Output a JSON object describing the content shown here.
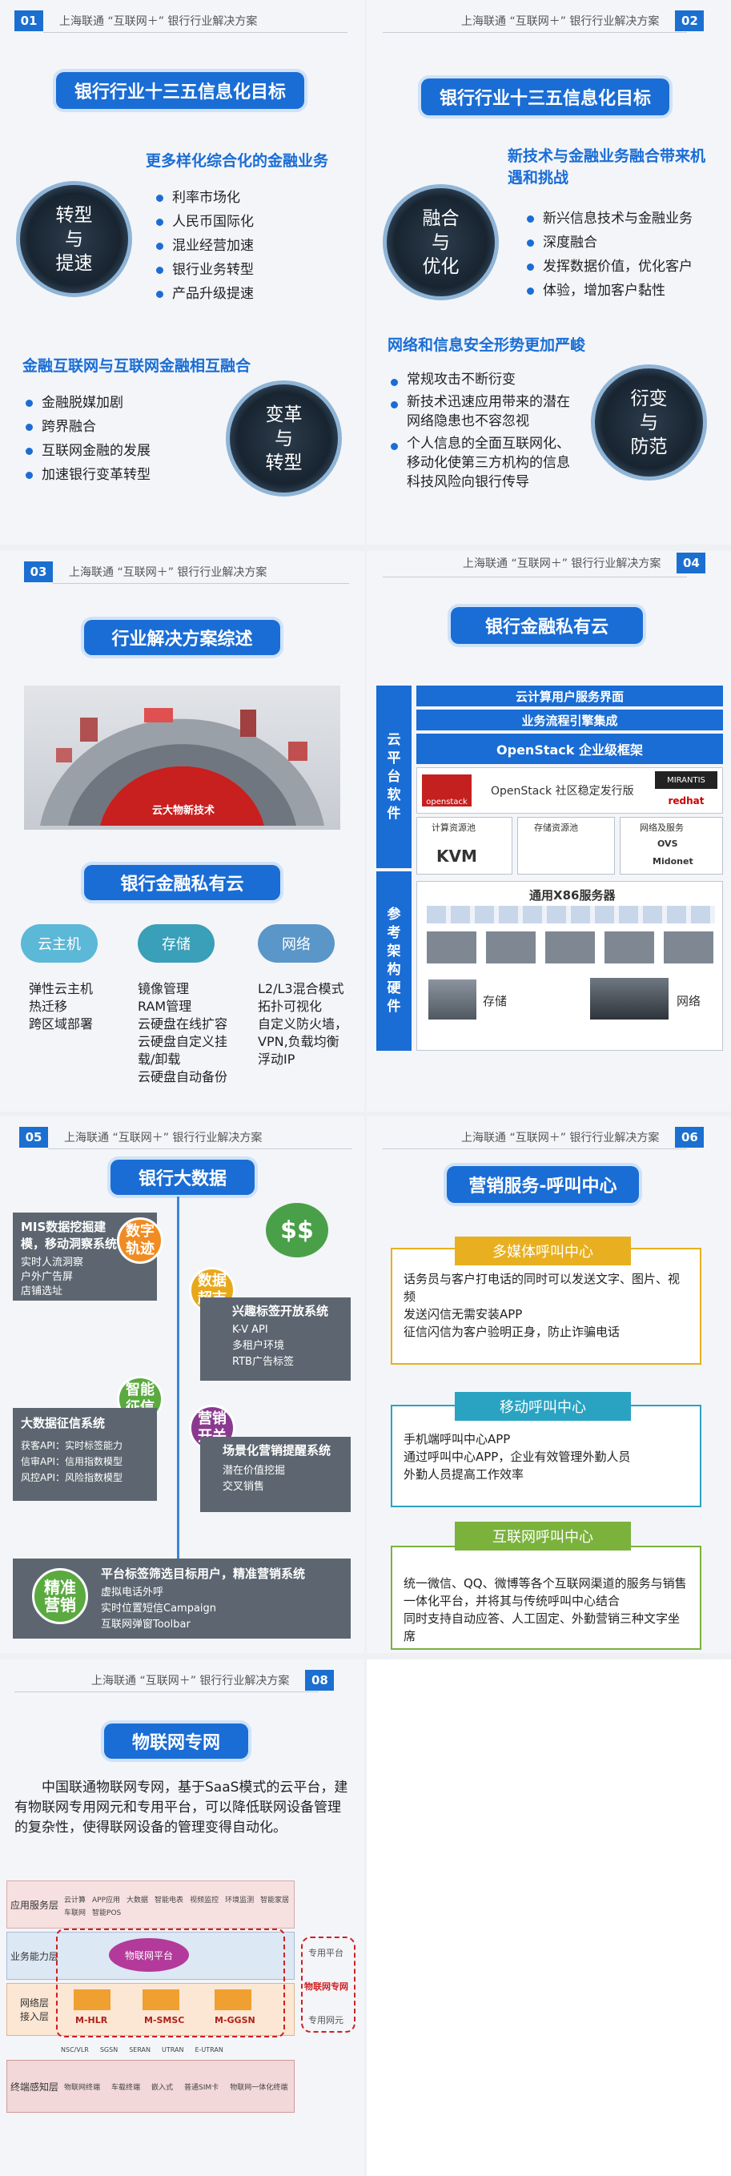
{
  "hdr_text": "上海联通 “互联网＋” 银行行业解决方案",
  "p01": {
    "num": "01",
    "title": "银行行业十三五信息化目标",
    "h1": "更多样化综合化的金融业务",
    "c1": "转型\n与\n提速",
    "items1": [
      "利率市场化",
      "人民币国际化",
      "混业经营加速",
      "银行业务转型",
      "产品升级提速"
    ],
    "h2": "金融互联网与互联网金融相互融合",
    "items2": [
      "金融脱媒加剧",
      "跨界融合",
      "互联网金融的发展",
      "加速银行变革转型"
    ],
    "c2": "变革\n与\n转型"
  },
  "p02": {
    "num": "02",
    "title": "银行行业十三五信息化目标",
    "h1": "新技术与金融业务融合带来机遇和挑战",
    "c1": "融合\n与\n优化",
    "items1": [
      "新兴信息技术与金融业务",
      "深度融合",
      "发挥数据价值，优化客户",
      "体验，增加客户黏性"
    ],
    "h2": "网络和信息安全形势更加严峻",
    "items2": [
      "常规攻击不断衍变",
      "新技术迅速应用带来的潜在网络隐患也不容忽视",
      "个人信息的全面互联网化、移动化使第三方机构的信息科技风险向银行传导"
    ],
    "c2": "衍变\n与\n防范"
  },
  "p03": {
    "num": "03",
    "title": "行业解决方案综述",
    "center": "云大物新技术",
    "title2": "银行金融私有云",
    "clouds": [
      {
        "label": "云主机",
        "lines": [
          "弹性云主机",
          "热迁移",
          "跨区域部署"
        ]
      },
      {
        "label": "存储",
        "lines": [
          "镜像管理",
          "RAM管理",
          "云硬盘在线扩容",
          "云硬盘自定义挂载/卸载",
          "云硬盘自动备份"
        ]
      },
      {
        "label": "网络",
        "lines": [
          "L2/L3混合模式",
          "拓扑可视化",
          "自定义防火墙，",
          "VPN,负载均衡",
          "浮动IP"
        ]
      }
    ]
  },
  "p04": {
    "num": "04",
    "title": "银行金融私有云",
    "cat1": "云\n平\n台\n软\n件",
    "cat2": "参\n考\n架\n构\n硬\n件",
    "r1": "云计算用户服务界面",
    "r2": "业务流程引擎集成",
    "r3": "OpenStack 企业级框架",
    "r4": "OpenStack 社区稳定发行版",
    "logo1": "openstack",
    "logo2": "MIRANTIS",
    "logo3": "redhat",
    "pool1": "计算资源池",
    "pool2": "存储资源池",
    "pool3": "网络及服务",
    "kvm": "KVM",
    "ovs": "OVS",
    "midonet": "Midonet",
    "x86": "通用X86服务器",
    "storage": "存储",
    "network": "网络"
  },
  "p05": {
    "num": "05",
    "title": "银行大数据",
    "b1": "数字\n轨迹",
    "b2": "数据\n超市",
    "b3": "智能\n征信",
    "b4": "营销\n开关",
    "b5": "精准\n营销",
    "g1_title": "MIS数据挖掘建模，移动洞察系统",
    "g1_items": [
      "实时人流洞察",
      "户外广告屏",
      "店铺选址"
    ],
    "g2_title": "兴趣标签开放系统",
    "g2_items": [
      "K-V API",
      "多租户环境",
      "RTB广告标签"
    ],
    "g3_title": "大数据征信系统",
    "g3_items": [
      "获客API：实时标签能力",
      "信审API：信用指数模型",
      "风控API：风险指数模型"
    ],
    "g4_title": "场景化营销提醒系统",
    "g4_items": [
      "潜在价值挖掘",
      "交叉销售"
    ],
    "g5_title": "平台标签筛选目标用户，精准营销系统",
    "g5_items": [
      "虚拟电话外呼",
      "实时位置短信Campaign",
      "互联网弹窗Toolbar"
    ]
  },
  "p06": {
    "num": "06",
    "title": "营销服务-呼叫中心",
    "bar1": "多媒体呼叫中心",
    "box1": [
      "话务员与客户打电话的同时可以发送文字、图片、视频",
      "发送闪信无需安装APP",
      "征信闪信为客户验明正身，防止诈骗电话"
    ],
    "bar2": "移动呼叫中心",
    "box2": [
      "手机端呼叫中心APP",
      "通过呼叫中心APP，企业有效管理外勤人员",
      "外勤人员提高工作效率"
    ],
    "bar3": "互联网呼叫中心",
    "box3": [
      "统一微信、QQ、微博等各个互联网渠道的服务与销售一体化平台，并将其与传统呼叫中心结合",
      "同时支持自动应答、人工固定、外勤营销三种文字坐席"
    ]
  },
  "p08": {
    "num": "08",
    "title": "物联网专网",
    "para": "中国联通物联网专网，基于SaaS模式的云平台，建有物联网专用网元和专用平台，可以降低联网设备管理的复杂性，使得联网设备的管理变得自动化。",
    "layers": [
      "应用服务层",
      "业务能力层",
      "网络层\n接入层",
      "终端感知层"
    ],
    "platform": "物联网平台",
    "nodes": [
      "M-HLR",
      "M-SMSC",
      "M-GGSN"
    ],
    "side1": "专用平台",
    "side2": "物联网专网",
    "side3": "专用网元",
    "app_items": [
      "云计算",
      "APP应用",
      "大数据",
      "智能电表",
      "视频监控",
      "环境监测",
      "智能家居",
      "车联网",
      "智能POS"
    ],
    "access": [
      "NSC/VLR",
      "SGSN",
      "SERAN",
      "UTRAN",
      "E-UTRAN"
    ],
    "terms": [
      "物联网终端",
      "车载终端",
      "嵌入式",
      "普通SIM卡",
      "物联网一体化终端"
    ]
  },
  "colors": {
    "blue": "#1a6dd5",
    "gold": "#e8b020",
    "teal": "#2aa3c2",
    "green": "#7bb23c",
    "orange": "#f08c22"
  }
}
